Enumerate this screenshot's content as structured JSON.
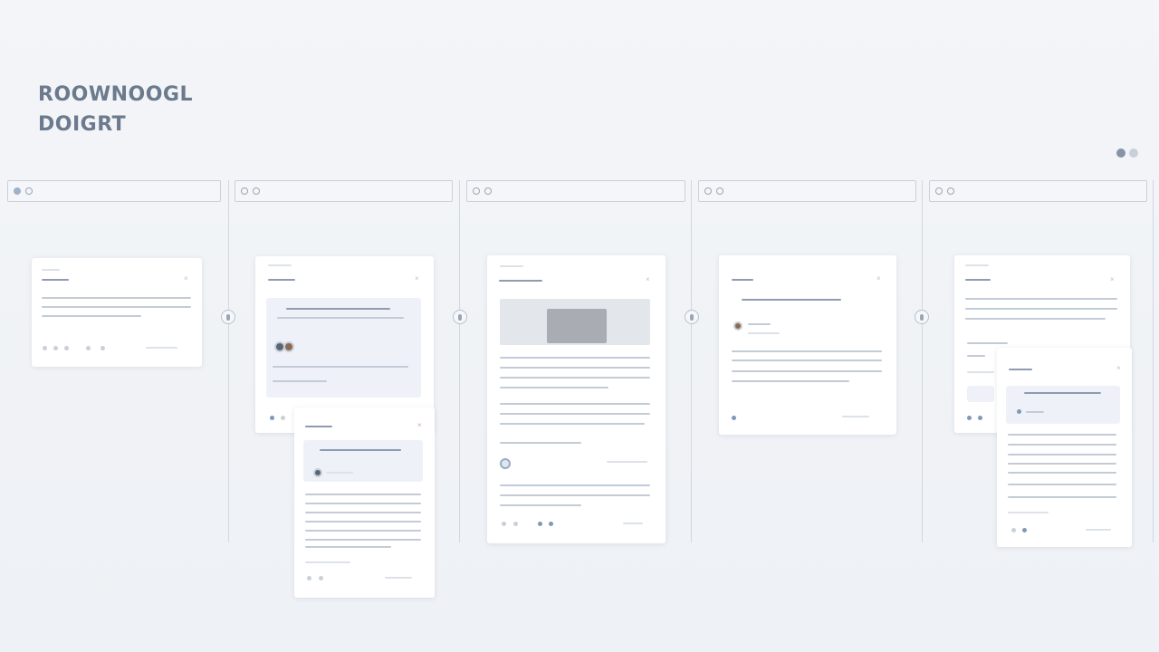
{
  "brand": {
    "line1": "ROOWNOOGL",
    "line2": "DOIGRT"
  },
  "pager": {
    "pages": 2,
    "active": 0
  },
  "columns": [
    {
      "label": ""
    },
    {
      "label": ""
    },
    {
      "label": ""
    },
    {
      "label": ""
    },
    {
      "label": ""
    }
  ],
  "cards": [
    {
      "title": ""
    },
    {
      "title": ""
    },
    {
      "title": ""
    },
    {
      "title": ""
    },
    {
      "title": ""
    },
    {
      "title": ""
    },
    {
      "title": ""
    }
  ],
  "colors": {
    "accent": "#7f98b8",
    "text": "#6c7a8d",
    "border": "#c9d0da",
    "background": "#eef1f5"
  }
}
